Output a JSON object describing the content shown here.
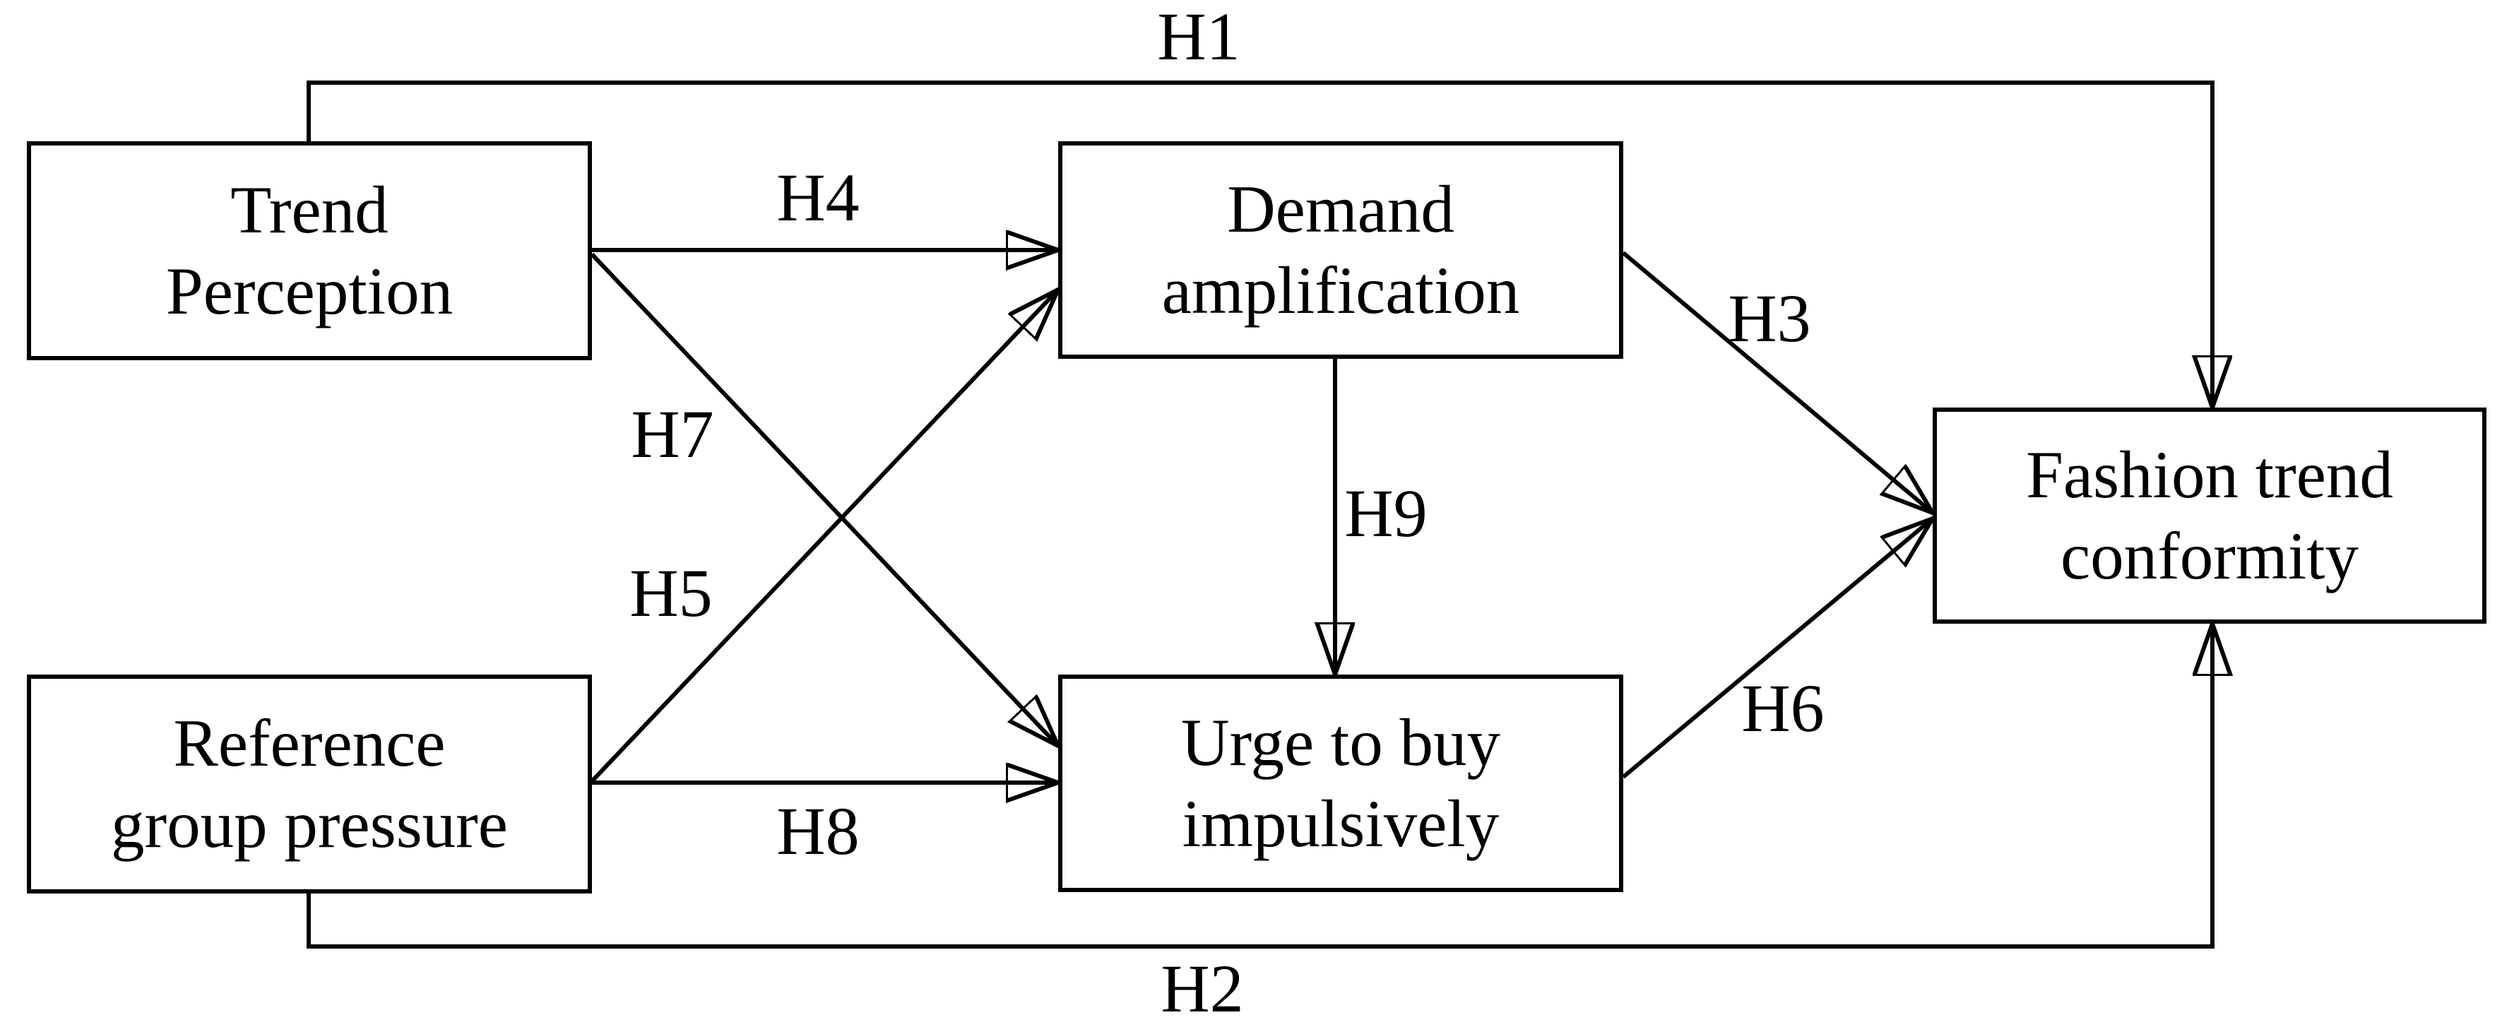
{
  "diagram": {
    "title": "Fashion trend conformity hypothesis model",
    "nodes": {
      "trend_perception": "Trend\nPerception",
      "reference_group_pressure": "Reference\ngroup pressure",
      "demand_amplification": "Demand\namplification",
      "urge_to_buy_impulsively": "Urge to buy\nimpulsively",
      "fashion_trend_conformity": "Fashion trend\nconformity"
    },
    "hypothesis_labels": {
      "h1": "H1",
      "h2": "H2",
      "h3": "H3",
      "h4": "H4",
      "h5": "H5",
      "h6": "H6",
      "h7": "H7",
      "h8": "H8",
      "h9": "H9"
    },
    "edges": [
      {
        "label": "H1",
        "from": "trend_perception",
        "to": "fashion_trend_conformity",
        "style": "elbow-over-top"
      },
      {
        "label": "H2",
        "from": "reference_group_pressure",
        "to": "fashion_trend_conformity",
        "style": "elbow-under-bottom"
      },
      {
        "label": "H3",
        "from": "demand_amplification",
        "to": "fashion_trend_conformity",
        "style": "straight"
      },
      {
        "label": "H4",
        "from": "trend_perception",
        "to": "demand_amplification",
        "style": "straight"
      },
      {
        "label": "H5",
        "from": "reference_group_pressure",
        "to": "demand_amplification",
        "style": "straight"
      },
      {
        "label": "H6",
        "from": "urge_to_buy_impulsively",
        "to": "fashion_trend_conformity",
        "style": "straight"
      },
      {
        "label": "H7",
        "from": "trend_perception",
        "to": "urge_to_buy_impulsively",
        "style": "straight"
      },
      {
        "label": "H8",
        "from": "reference_group_pressure",
        "to": "urge_to_buy_impulsively",
        "style": "straight"
      },
      {
        "label": "H9",
        "from": "demand_amplification",
        "to": "urge_to_buy_impulsively",
        "style": "straight"
      }
    ],
    "colors": {
      "background": "#ffffff",
      "line": "#000000",
      "text": "#000000"
    }
  }
}
